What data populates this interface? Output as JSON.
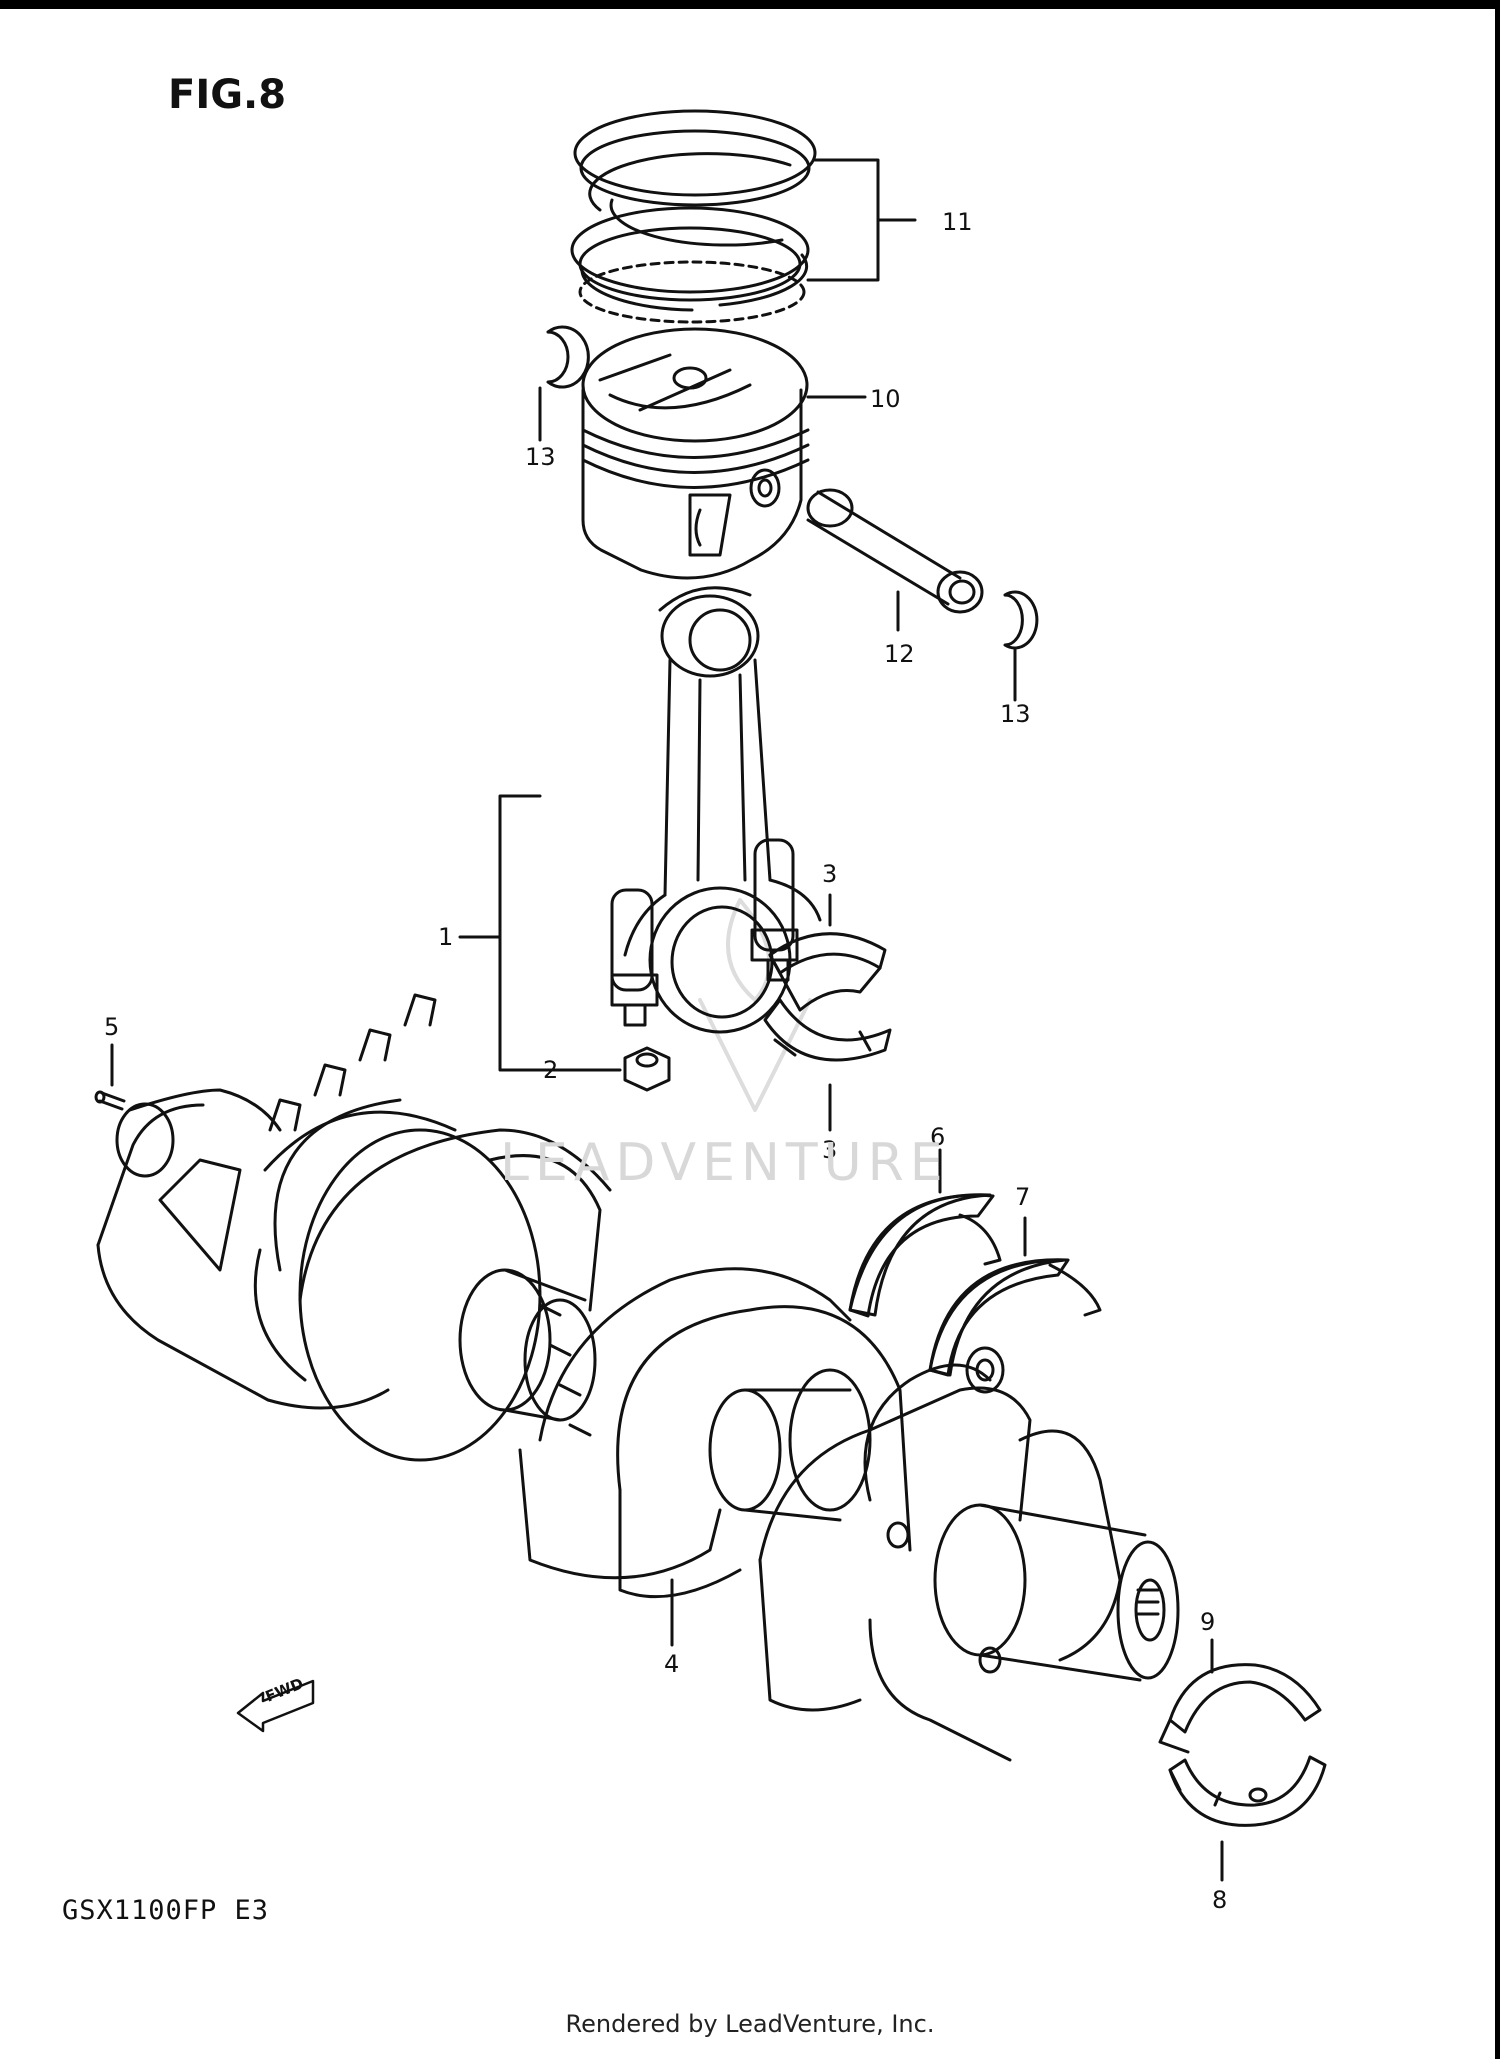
{
  "figure": {
    "title": "FIG.8",
    "model": "GSX1100FP  E3"
  },
  "footer": "Rendered by LeadVenture, Inc.",
  "watermark": "LEADVENTURE",
  "fwd_label": "FWD",
  "callouts": {
    "c1": "1",
    "c2": "2",
    "c3a": "3",
    "c3b": "3",
    "c4": "4",
    "c5": "5",
    "c6": "6",
    "c7": "7",
    "c8": "8",
    "c9": "9",
    "c10": "10",
    "c11": "11",
    "c12": "12",
    "c13a": "13",
    "c13b": "13"
  }
}
